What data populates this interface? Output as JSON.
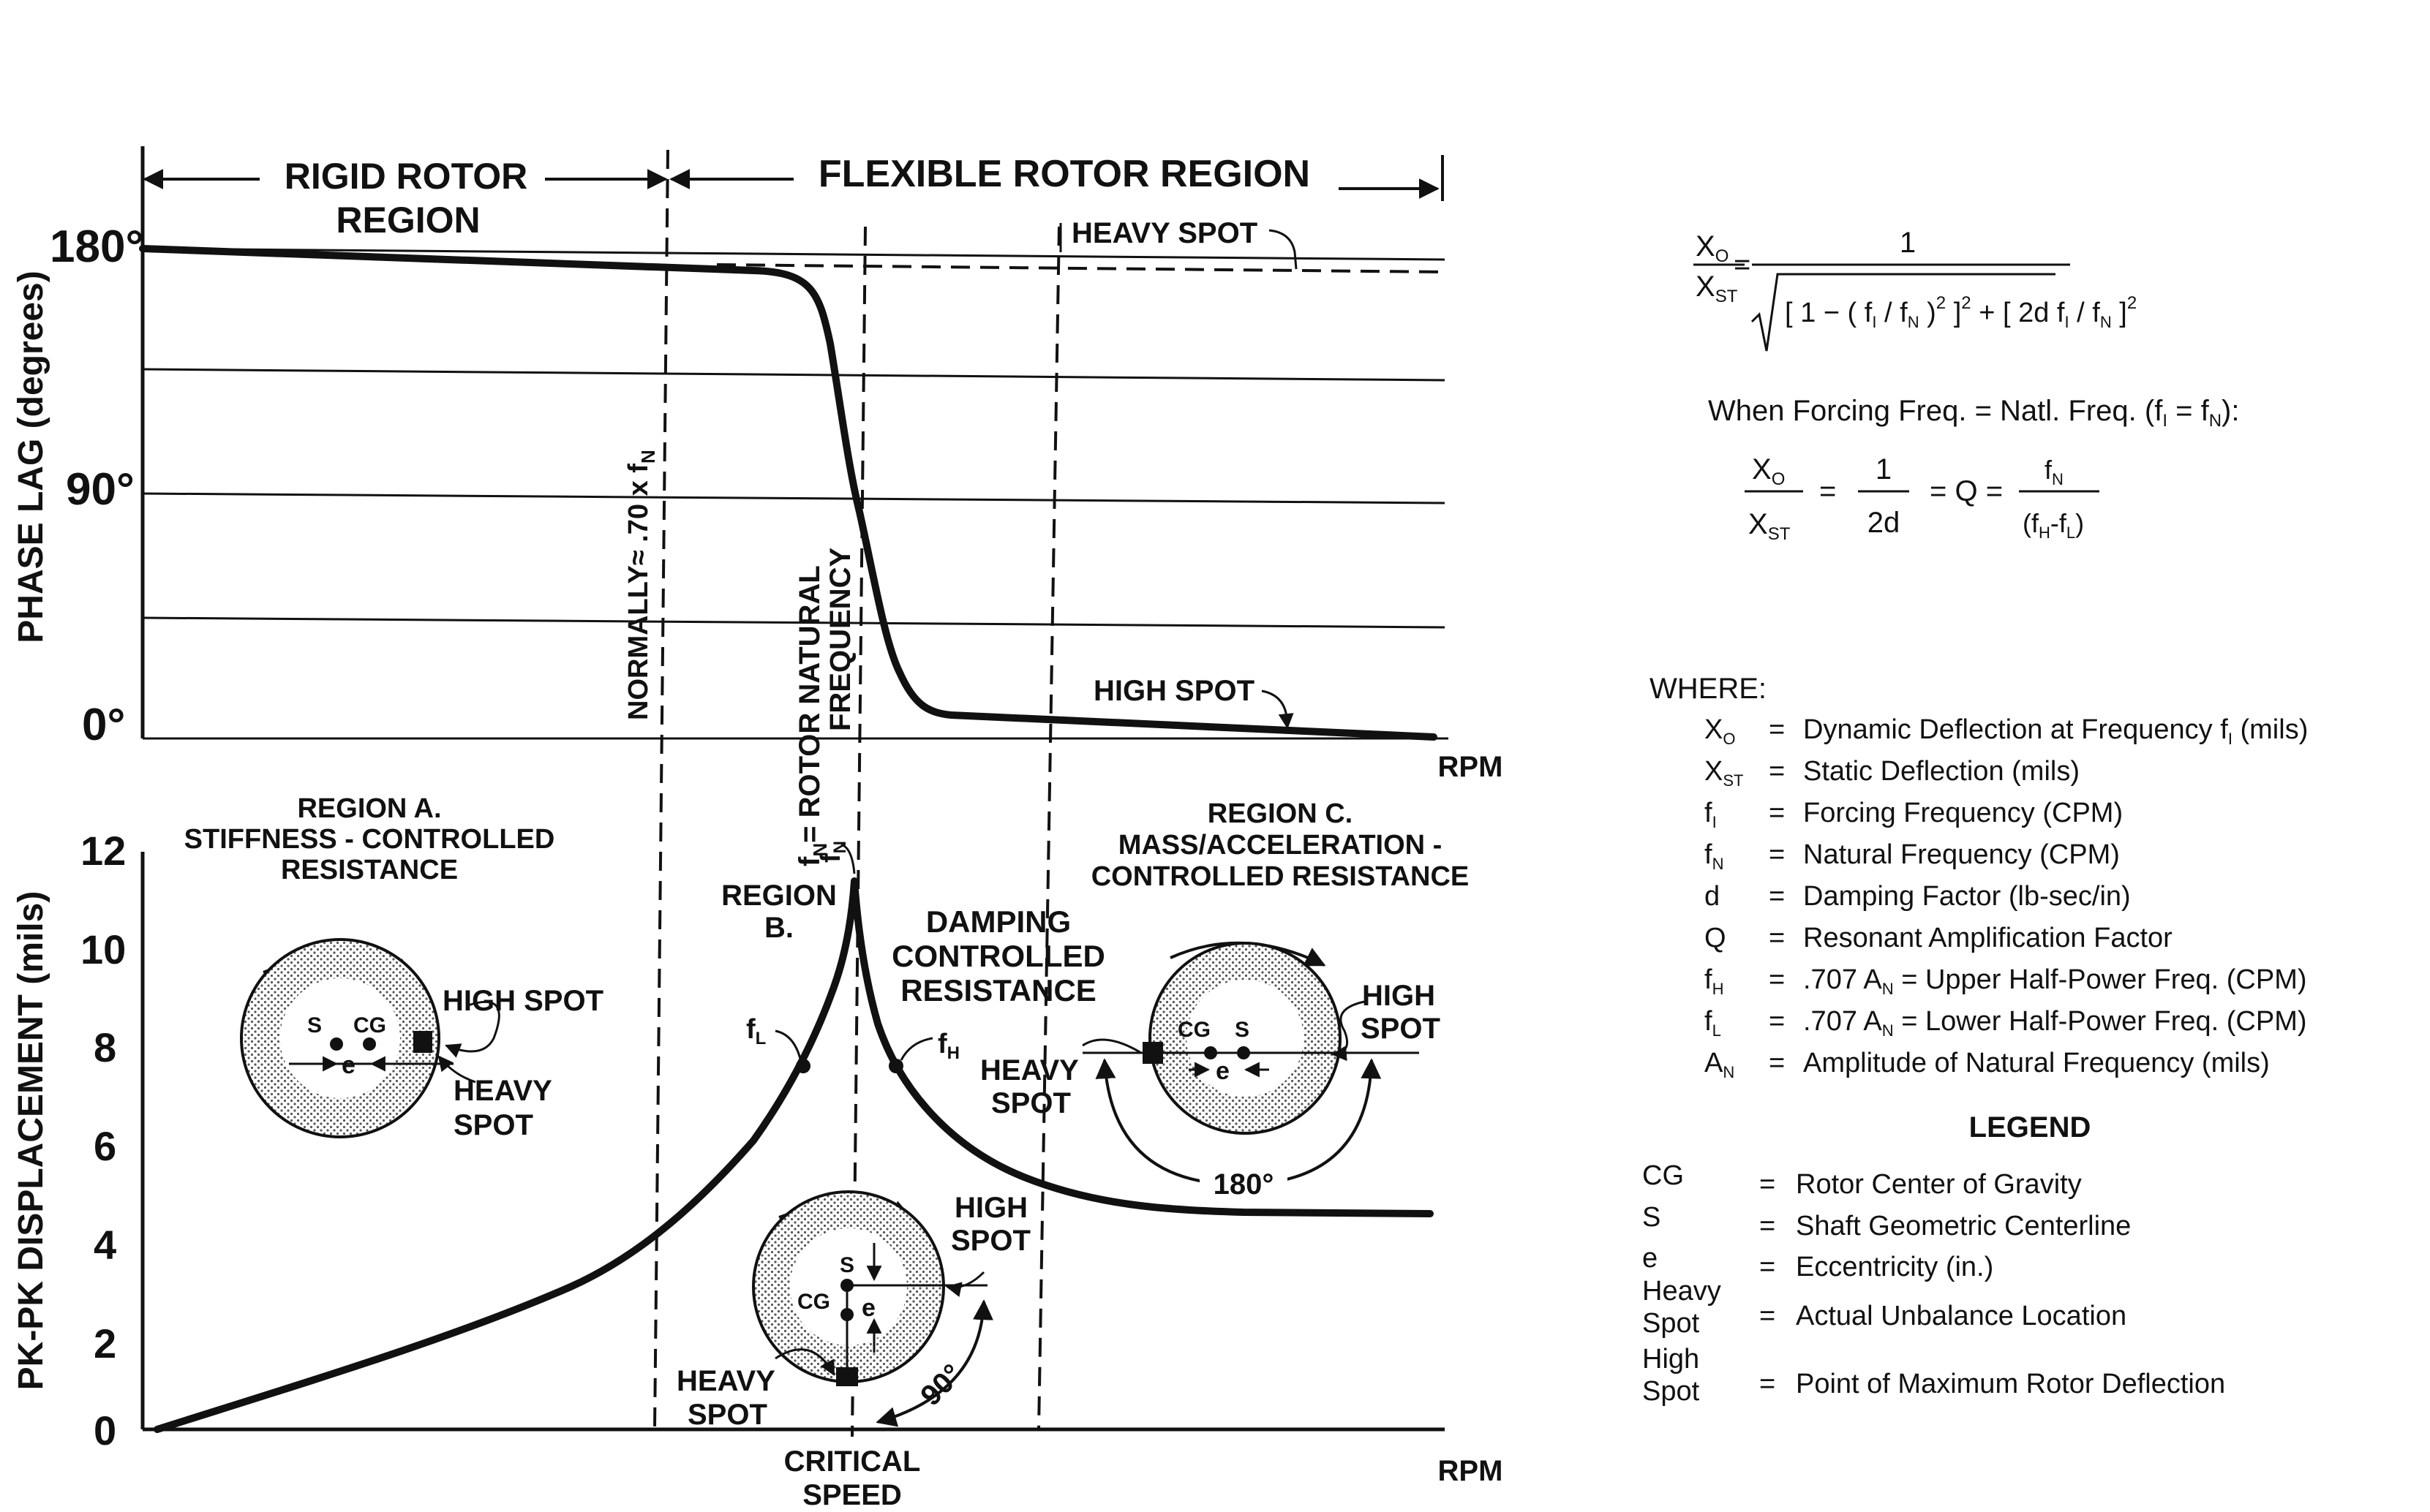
{
  "phase_panel": {
    "regions": {
      "rigid_line1": "RIGID ROTOR",
      "rigid_line2": "REGION",
      "flexible": "FLEXIBLE ROTOR REGION"
    },
    "ylabel": "PHASE LAG (degrees)",
    "yticks": [
      "180°",
      "90°",
      "0°"
    ],
    "xlabel": "RPM",
    "heavy_spot": "HEAVY SPOT",
    "high_spot": "HIGH SPOT",
    "normally_label": "NORMALLY≈ .70 x f",
    "normally_sub": "N",
    "natural_freq_line1": "f",
    "natural_freq_sub": "N",
    "natural_freq_line2": "= ROTOR NATURAL",
    "natural_freq_line3": "FREQUENCY"
  },
  "amp_panel": {
    "ylabel": "PK-PK DISPLACEMENT (mils)",
    "yticks": [
      "12",
      "10",
      "8",
      "6",
      "4",
      "2",
      "0"
    ],
    "xlabel": "RPM",
    "critical_line1": "CRITICAL",
    "critical_line2": "SPEED",
    "region_a": [
      "REGION A.",
      "STIFFNESS - CONTROLLED",
      "RESISTANCE"
    ],
    "region_b": [
      "REGION",
      "B."
    ],
    "region_damping": [
      "DAMPING",
      "CONTROLLED",
      "RESISTANCE"
    ],
    "region_c": [
      "REGION C.",
      "MASS/ACCELERATION -",
      "CONTROLLED RESISTANCE"
    ],
    "fn_label": "f",
    "fn_sub": "N",
    "fl_label": "f",
    "fl_sub": "L",
    "fh_label": "f",
    "fh_sub": "H",
    "rotor_a": {
      "s": "S",
      "cg": "CG",
      "e": "e",
      "high": "HIGH SPOT",
      "heavy_1": "HEAVY",
      "heavy_2": "SPOT"
    },
    "rotor_b": {
      "s": "S",
      "cg": "CG",
      "e": "e",
      "high_1": "HIGH",
      "high_2": "SPOT",
      "heavy_1": "HEAVY",
      "heavy_2": "SPOT",
      "angle": "90°"
    },
    "rotor_c": {
      "s": "S",
      "cg": "CG",
      "e": "e",
      "high_1": "HIGH",
      "high_2": "SPOT",
      "heavy_1": "HEAVY",
      "heavy_2": "SPOT",
      "angle": "180°"
    }
  },
  "formula": {
    "lhs_num": "X",
    "lhs_num_sub": "O",
    "lhs_den": "X",
    "lhs_den_sub": "ST",
    "one": "1",
    "when_text": "When Forcing Freq. = Natl. Freq. (f",
    "when_sub1": "I",
    "when_mid": " = f",
    "when_sub2": "N",
    "when_end": "):",
    "one_over": "1",
    "two_d": "2d",
    "q_eq": "= Q =",
    "fn": "f",
    "fn_sub": "N",
    "fh_fl": "(f",
    "fh_sub": "H",
    "dash": "-f",
    "fl_sub": "L",
    "close": ")"
  },
  "where": {
    "heading": "WHERE:",
    "items": [
      {
        "sym": "X",
        "sub": "O",
        "desc": "Dynamic Deflection at Frequency f",
        "desc_sub": "I",
        "desc_end": " (mils)"
      },
      {
        "sym": "X",
        "sub": "ST",
        "desc": "Static Deflection (mils)"
      },
      {
        "sym": "f",
        "sub": "I",
        "desc": "Forcing Frequency (CPM)"
      },
      {
        "sym": "f",
        "sub": "N",
        "desc": "Natural Frequency (CPM)"
      },
      {
        "sym": "d",
        "sub": "",
        "desc": "Damping Factor (lb-sec/in)"
      },
      {
        "sym": "Q",
        "sub": "",
        "desc": "Resonant Amplification Factor"
      },
      {
        "sym": "f",
        "sub": "H",
        "desc": ".707 A",
        "desc_sub": "N",
        "desc_end": " = Upper Half-Power Freq. (CPM)"
      },
      {
        "sym": "f",
        "sub": "L",
        "desc": ".707 A",
        "desc_sub": "N",
        "desc_end": " = Lower Half-Power Freq. (CPM)"
      },
      {
        "sym": "A",
        "sub": "N",
        "desc": "Amplitude of Natural Frequency (mils)"
      }
    ]
  },
  "legend": {
    "heading": "LEGEND",
    "items": [
      {
        "sym": "CG",
        "desc": "Rotor Center of Gravity"
      },
      {
        "sym": "S",
        "desc": "Shaft Geometric Centerline"
      },
      {
        "sym": "e",
        "desc": "Eccentricity (in.)"
      },
      {
        "sym": "Heavy",
        "sym2": "Spot",
        "desc": "Actual Unbalance Location"
      },
      {
        "sym": "High",
        "sym2": "Spot",
        "desc": "Point of Maximum Rotor Deflection"
      }
    ]
  }
}
